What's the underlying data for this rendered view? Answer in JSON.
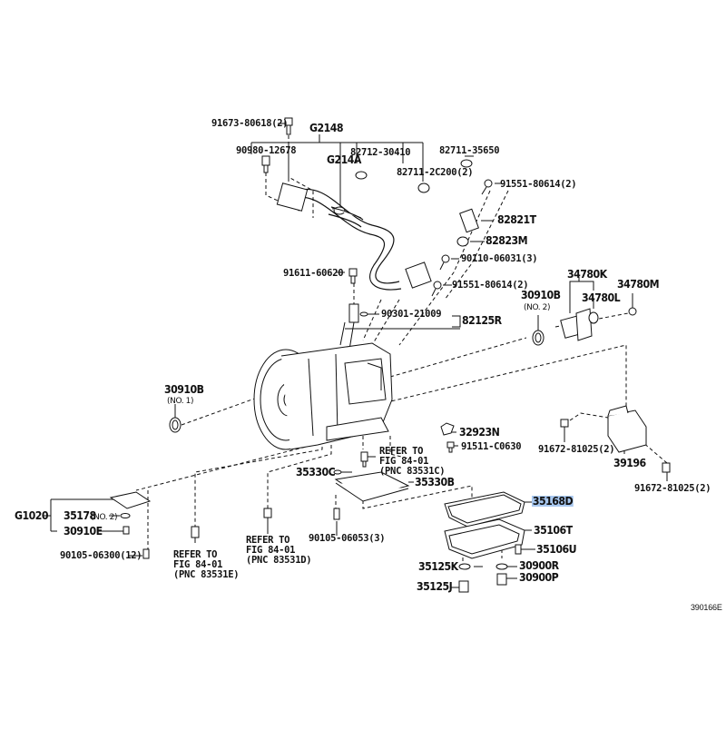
{
  "diagram": {
    "illustration_id": "390166E",
    "highlight_color": "#a8c8f0",
    "labels": {
      "p91673": "91673-80618(2)",
      "g2148": "G2148",
      "p90980": "90980-12678",
      "p82712": "82712-30410",
      "g214a": "G214A",
      "p82711_35650": "82711-35650",
      "p82711_2c200": "82711-2C200(2)",
      "p91551_top": "91551-80614(2)",
      "p82821t": "82821T",
      "p82823m": "82823M",
      "p90110": "90110-06031(3)",
      "p91611": "91611-60620",
      "p91551_mid": "91551-80614(2)",
      "p34780k": "34780K",
      "p34780m": "34780M",
      "p34780l": "34780L",
      "p30910b_2": "30910B",
      "p30910b_2_sub": "(NO. 2)",
      "p90301": "90301-21009",
      "p82125r": "82125R",
      "p30910b_1": "30910B",
      "p30910b_1_sub": "(NO. 1)",
      "p32923n": "32923N",
      "p91511": "91511-C0630",
      "ref_c_1": "REFER TO",
      "ref_c_2": "FIG 84-01",
      "ref_c_3": "(PNC 83531C)",
      "p91672_a": "91672-81025(2)",
      "p39196": "39196",
      "p91672_b": "91672-81025(2)",
      "p35330c": "35330C",
      "p35330b": "35330B",
      "p35168d": "35168D",
      "g1020": "G1020",
      "p35178": "35178",
      "p35178_sub": "(NO. 2)",
      "p30910e": "30910E",
      "p35106t": "35106T",
      "p35106u": "35106U",
      "p90105_06300": "90105-06300(12)",
      "ref_e_1": "REFER TO",
      "ref_e_2": "FIG 84-01",
      "ref_e_3": "(PNC 83531E)",
      "ref_d_1": "REFER TO",
      "ref_d_2": "FIG 84-01",
      "ref_d_3": "(PNC 83531D)",
      "p90105_06053": "90105-06053(3)",
      "p35125k": "35125K",
      "p30900r": "30900R",
      "p35125j": "35125J",
      "p30900p": "30900P"
    }
  }
}
